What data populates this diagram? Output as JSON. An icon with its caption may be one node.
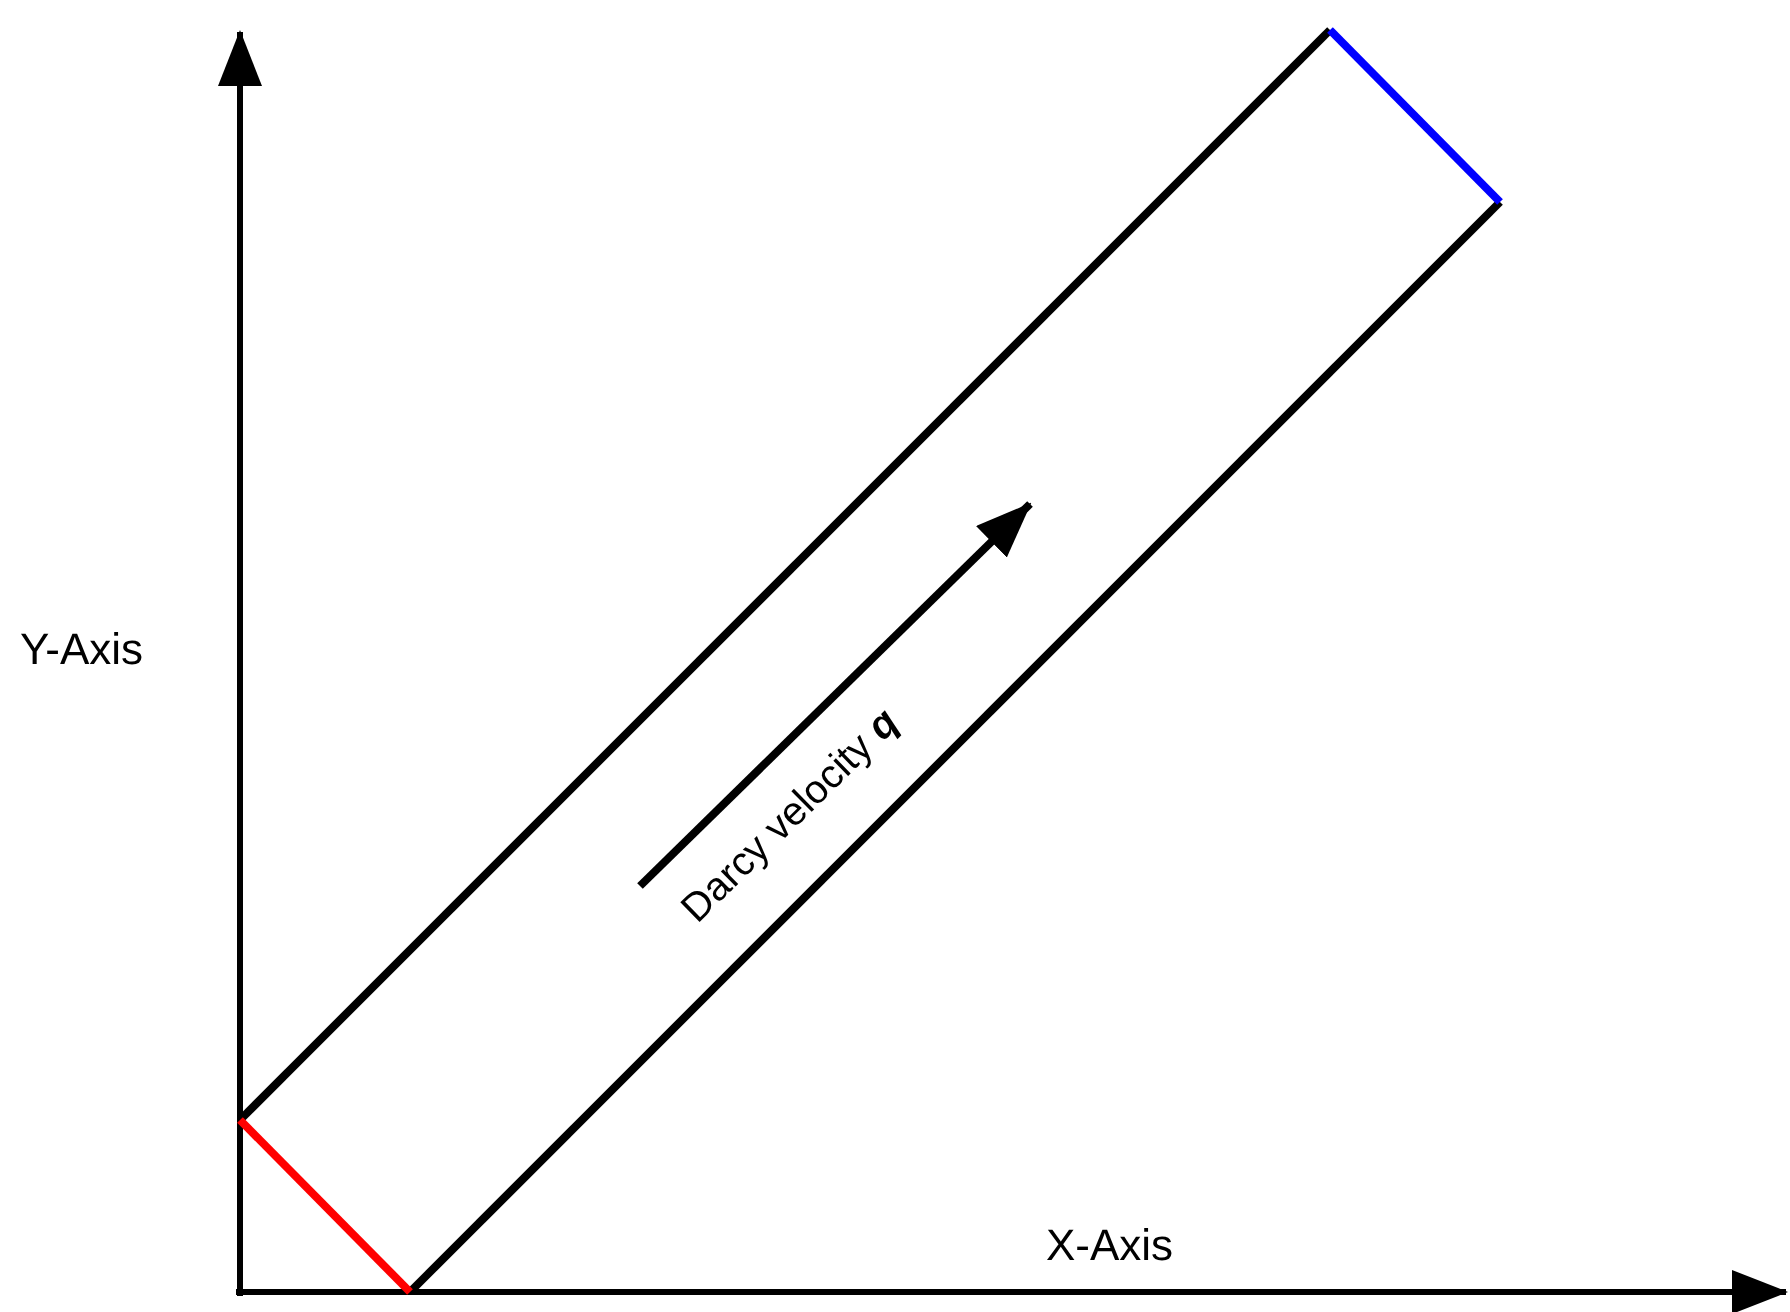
{
  "diagram": {
    "labels": [
      "Y-Axis",
      "X-Axis",
      "Darcy velocity **q**"
    ]
  }
}
